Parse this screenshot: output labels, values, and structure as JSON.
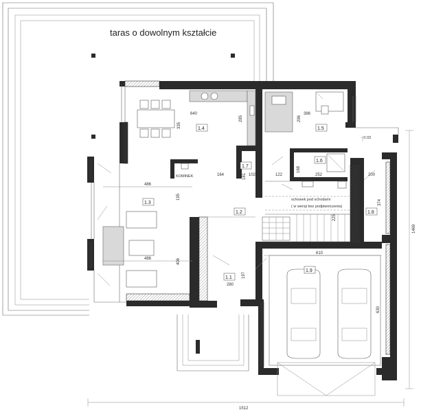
{
  "terrace_label": "taras o dowolnym kształcie",
  "rooms": {
    "r11": "1.1",
    "r12": "1.2",
    "r13": "1.3",
    "r14": "1.4",
    "r15": "1.5",
    "r16": "1.6",
    "r17": "1.7",
    "r18": "1.8",
    "r19": "1.9"
  },
  "fireplace_label": "KOMINEK",
  "storage_note_1": "schowek pod schodami",
  "storage_note_2": "( w wersji bez podpiwniczenia)",
  "level_mark": "- 0.03",
  "dimensions": {
    "d640": "640",
    "d335": "335",
    "d285": "285",
    "d386": "386",
    "d296": "296",
    "d486a": "486",
    "d486b": "486",
    "d164": "164",
    "d181": "181",
    "d102": "102",
    "d122": "122",
    "d168": "168",
    "d252": "252",
    "d200": "200",
    "d195": "195",
    "d374": "374",
    "d225": "225",
    "d610": "610",
    "d406": "406",
    "d197": "197",
    "d280": "280",
    "d630": "630",
    "d1469": "1469",
    "d1512": "1512"
  },
  "colors": {
    "wall": "#2b2b2b",
    "furniture": "#d9d9d9",
    "line": "#666666"
  }
}
